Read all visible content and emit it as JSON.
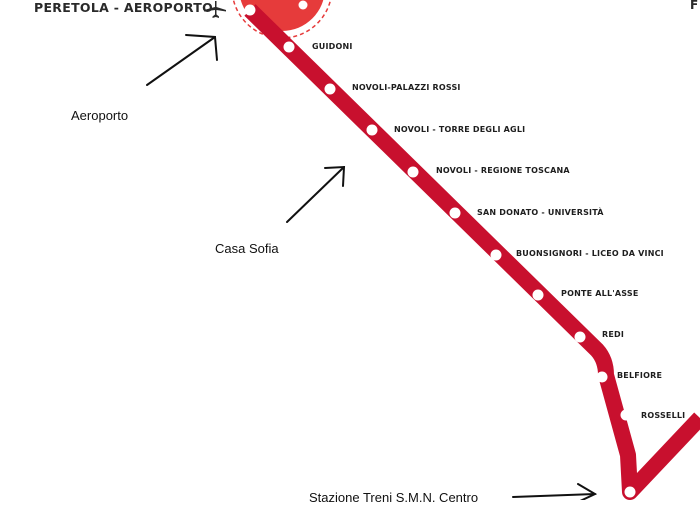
{
  "line": {
    "color": "#c8102e",
    "terminus_circle_color": "#e63b3b"
  },
  "terminus": {
    "name": "PERETOLA - AEROPORTO",
    "icon": "airplane-icon"
  },
  "stations": [
    "GUIDONI",
    "NOVOLI-PALAZZI ROSSI",
    "NOVOLI - TORRE DEGLI AGLI",
    "NOVOLI - REGIONE TOSCANA",
    "SAN DONATO - UNIVERSITÀ",
    "BUONSIGNORI - LICEO DA VINCI",
    "PONTE ALL'ASSE",
    "REDI",
    "BELFIORE",
    "ROSSELLI"
  ],
  "annotations": {
    "airport": "Aeroporto",
    "casa_sofia": "Casa Sofia",
    "station_centre": "Stazione Treni S.M.N. Centro"
  },
  "edge_text": "F"
}
